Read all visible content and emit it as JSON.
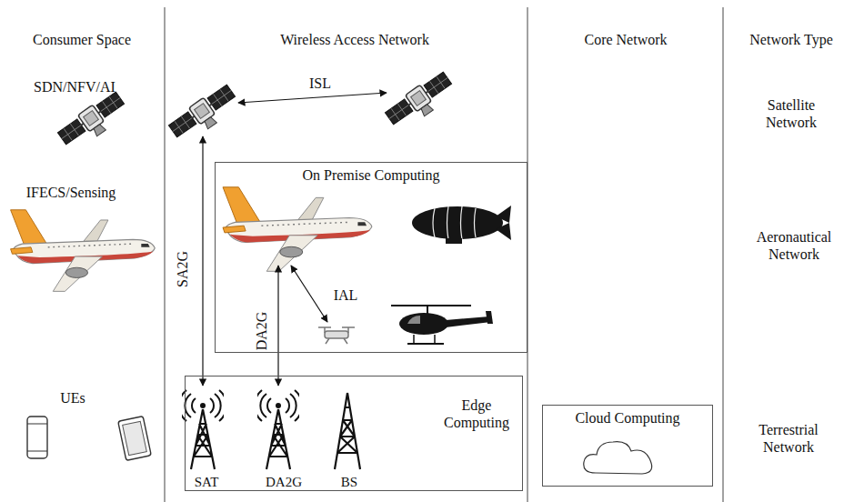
{
  "diagram": {
    "nodes": [
      {
        "text": [
          "On Premise Computing"
        ]
      },
      {
        "text": [
          "Edge Computing"
        ]
      },
      {
        "text": [
          "SAT"
        ],
        "in": 1
      },
      {
        "text": [
          "DA2G"
        ],
        "in": 1
      },
      {
        "text": [
          "BS"
        ],
        "in": 1
      },
      {
        "text": [
          "Cloud Computing"
        ]
      }
    ],
    "labels": [
      "Consumer Space",
      "Wireless Access Network",
      "Core Network",
      "Network Type",
      "SDN/NFV/AI",
      "ISL",
      "Satellite Network",
      "IFECS/Sensing",
      "SA2G",
      "DA2G",
      "IAL",
      "Aeronautical Network",
      "UEs",
      "Terrestrial Network"
    ]
  }
}
